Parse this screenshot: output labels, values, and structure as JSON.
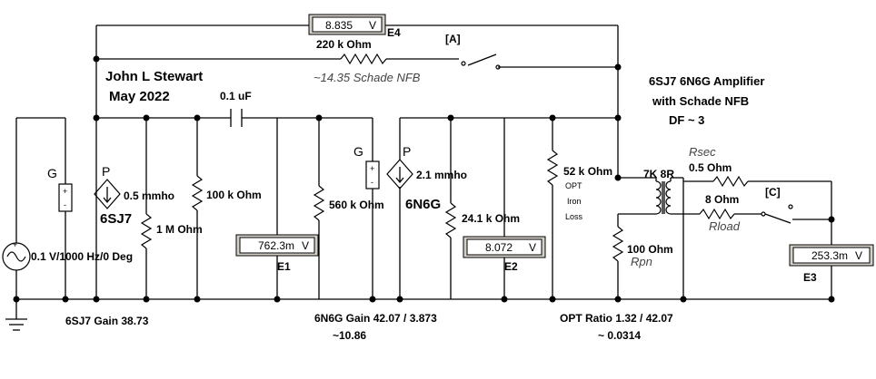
{
  "author": {
    "name": "John L Stewart",
    "date": "May 2022"
  },
  "title": {
    "line1": "6SJ7 6N6G Amplifier",
    "line2": "with Schade NFB",
    "line3": "DF ~ 3"
  },
  "source": {
    "label": "0.1 V/1000 Hz/0 Deg"
  },
  "feedback": {
    "resistor_label": "220 k Ohm",
    "note": "~14.35 Schade NFB",
    "switch_label": "[A]"
  },
  "coupling_cap": {
    "label": "0.1 uF"
  },
  "stage1": {
    "g_label": "G",
    "p_label": "P",
    "gm_label": "0.5 mmho",
    "tube_label": "6SJ7",
    "grid_resistor": "1 M Ohm",
    "plate_resistor": "100 k Ohm",
    "grid_leak": "560 k Ohm",
    "gain_label": "6SJ7 Gain 38.73"
  },
  "stage2": {
    "g_label": "G",
    "p_label": "P",
    "gm_label": "2.1 mmho",
    "tube_label": "6N6G",
    "plate_resistor": "24.1 k Ohm",
    "iron_loss_resistor": "52 k Ohm",
    "iron_loss_label": [
      "OPT",
      "Iron",
      "Loss"
    ],
    "gain_label": "6N6G Gain 42.07 / 3.873",
    "gain_sub": "~10.86"
  },
  "opt": {
    "ratio_label": "7K 8R",
    "rsec_value": "0.5  Ohm",
    "rsec_label": "Rsec",
    "rload_value": "8  Ohm",
    "rload_label": "Rload",
    "switch_label": "[C]",
    "rpn_value": "100  Ohm",
    "rpn_label": "Rpn",
    "ratio_text": "OPT Ratio 1.32 / 42.07",
    "ratio_sub": "~ 0.0314"
  },
  "meters": [
    {
      "name": "E4",
      "value": "8.835",
      "unit": "V"
    },
    {
      "name": "E1",
      "value": "762.3m",
      "unit": "V"
    },
    {
      "name": "E2",
      "value": "8.072",
      "unit": "V"
    },
    {
      "name": "E3",
      "value": "253.3m",
      "unit": "V"
    }
  ],
  "polarity": {
    "plus": "+",
    "minus": "-"
  }
}
